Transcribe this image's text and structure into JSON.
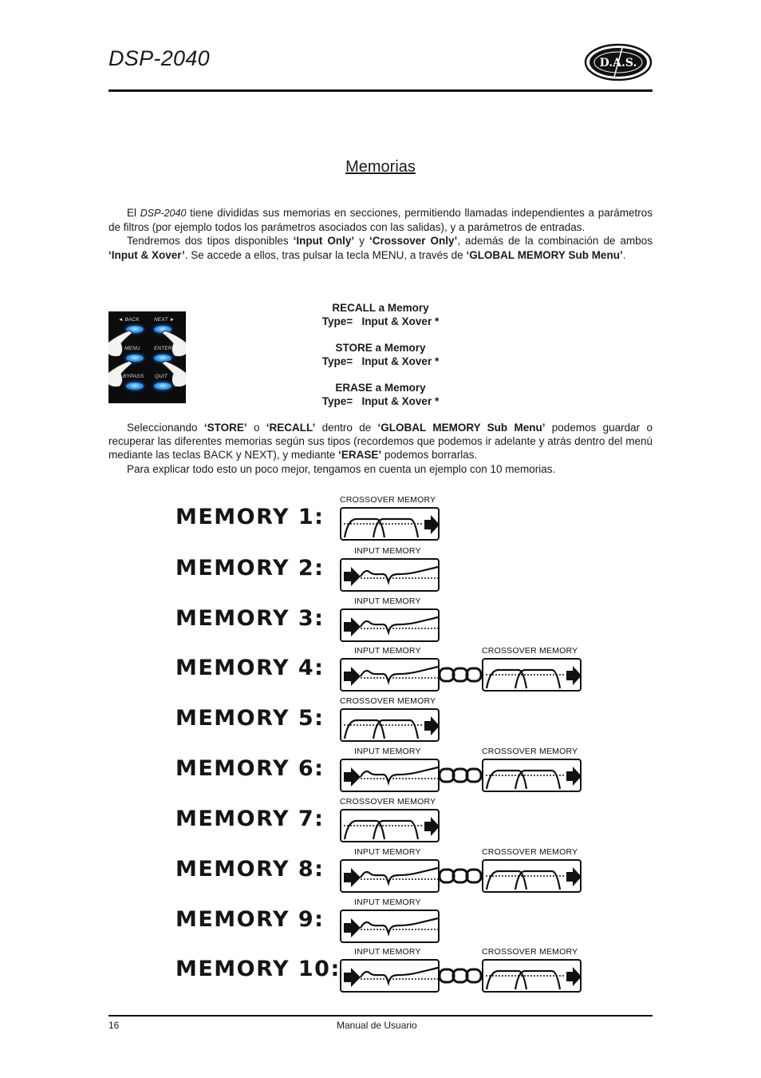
{
  "header": {
    "doc_title": "DSP-2040",
    "logo_text": "D.A.S."
  },
  "section": {
    "title": "Memorias"
  },
  "intro": {
    "p1_a": "El ",
    "p1_model": "DSP-2040",
    "p1_b": " tiene divididas sus memorias en secciones, permitiendo llamadas independientes a parámetros de filtros (por ejemplo todos los parámetros asociados con las salidas), y a parámetros de entradas.",
    "p2_a": "Tendremos dos tipos disponibles ",
    "p2_b": "‘Input Only’",
    "p2_c": " y ",
    "p2_d": "‘Crossover Only’",
    "p2_e": ", además de la combinación de ambos ",
    "p2_f": "‘Input & Xover’",
    "p2_g": ". Se accede a ellos, tras pulsar la tecla MENU, a través de ",
    "p2_h": "‘GLOBAL MEMORY Sub Menu’",
    "p2_i": "."
  },
  "keypad": {
    "keys": [
      "◄ BACK",
      "NEXT ►",
      "MENU",
      "ENTER",
      "BYPASS",
      "QUIT"
    ]
  },
  "menu_screens": [
    {
      "title": "RECALL a Memory",
      "type": "Type=   Input & Xover *"
    },
    {
      "title": "STORE a Memory",
      "type": "Type=   Input & Xover *"
    },
    {
      "title": "ERASE a Memory",
      "type": "Type=   Input & Xover *"
    }
  ],
  "body2": {
    "a": "Seleccionando ",
    "b": "‘STORE’",
    "c": " o ",
    "d": "‘RECALL’",
    "e": " dentro de ",
    "f": "‘GLOBAL MEMORY Sub Menu’",
    "g": " podemos guardar o recuperar las diferentes memorias según sus tipos (recordemos que podemos ir adelante y atrás dentro del menú mediante las teclas BACK y NEXT), y mediante ",
    "h": "‘ERASE’",
    "i": " podemos borrarlas.",
    "p2": "Para explicar todo esto un poco mejor, tengamos en cuenta un ejemplo con 10 memorias."
  },
  "captions": {
    "input": "INPUT MEMORY",
    "crossover": "CROSSOVER MEMORY"
  },
  "memories": [
    {
      "label": "MEMORY 1:",
      "type": "crossover"
    },
    {
      "label": "MEMORY 2:",
      "type": "input"
    },
    {
      "label": "MEMORY 3:",
      "type": "input"
    },
    {
      "label": "MEMORY 4:",
      "type": "both"
    },
    {
      "label": "MEMORY 5:",
      "type": "crossover"
    },
    {
      "label": "MEMORY 6:",
      "type": "both"
    },
    {
      "label": "MEMORY 7:",
      "type": "crossover"
    },
    {
      "label": "MEMORY 8:",
      "type": "both"
    },
    {
      "label": "MEMORY 9:",
      "type": "input"
    },
    {
      "label": "MEMORY 10:",
      "type": "both"
    }
  ],
  "footer": {
    "page_number": "16",
    "manual": "Manual  de  Usuario"
  }
}
